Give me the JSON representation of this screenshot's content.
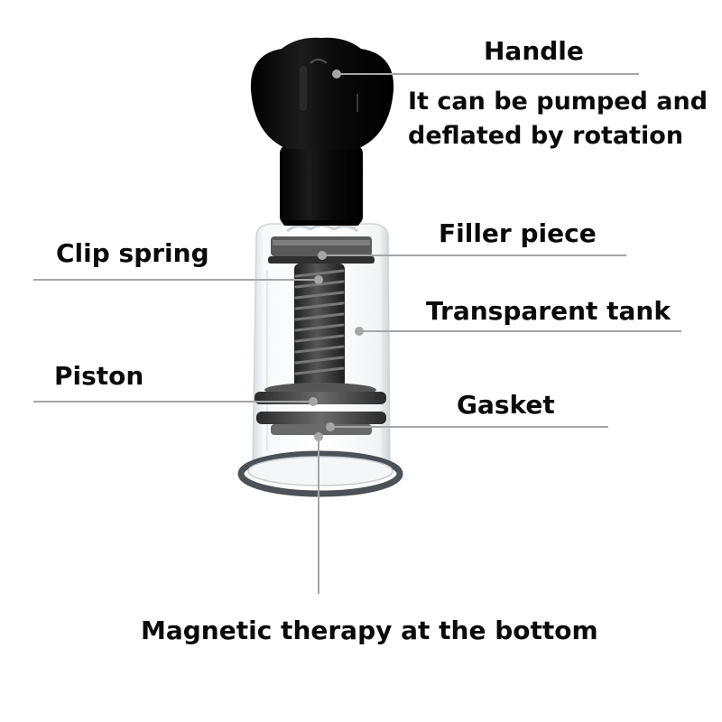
{
  "diagram": {
    "type": "labeled product parts diagram",
    "subject": "rotary vacuum cupping device",
    "colors": {
      "background": "#ffffff",
      "text": "#0a0a0a",
      "leader_line": "#a6a6a6",
      "handle": "#0b0b0b",
      "screw": "#3a3a3a",
      "gasket": "#4a4a4a",
      "tank_glass": "#e9edf0"
    },
    "labels": {
      "handle": "Handle",
      "handle_note_line1": "It can be pumped and",
      "handle_note_line2": "deflated by rotation",
      "filler_piece": "Filler piece",
      "clip_spring": "Clip spring",
      "transparent_tank": "Transparent tank",
      "piston": "Piston",
      "gasket": "Gasket",
      "bottom": "Magnetic therapy at the bottom"
    }
  }
}
